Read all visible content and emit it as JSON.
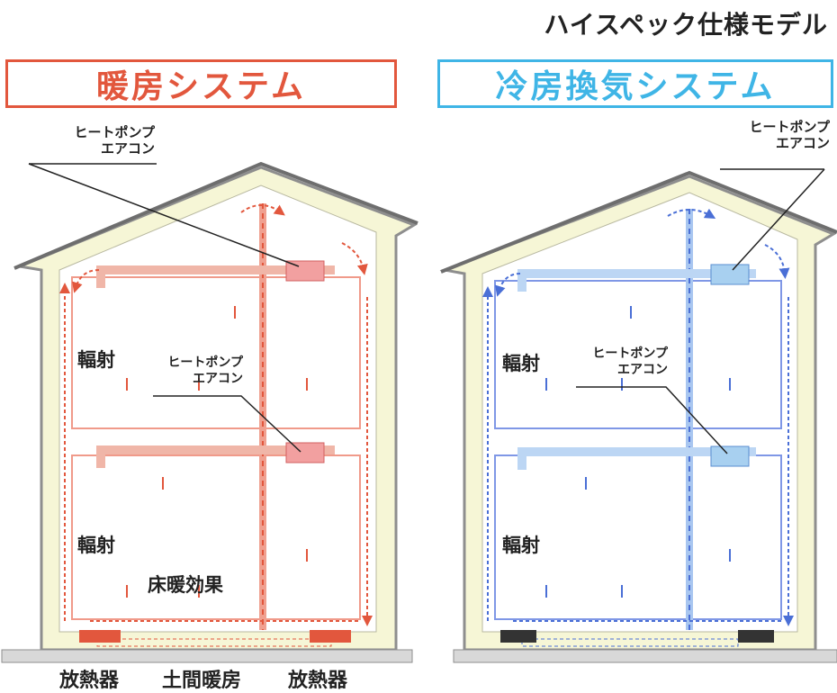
{
  "model_title": "ハイスペック仕様モデル",
  "heating": {
    "title": "暖房システム",
    "color": "#e2573d",
    "unit_label_top": [
      "ヒートポンプ",
      "エアコン"
    ],
    "unit_label_mid": [
      "ヒートポンプ",
      "エアコン"
    ],
    "radiation_upper": "輻射",
    "radiation_lower": "輻射",
    "floor_effect": "床暖効果",
    "bottom_labels": [
      "放熱器",
      "土間暖房",
      "放熱器"
    ]
  },
  "cooling": {
    "title": "冷房換気システム",
    "color": "#3fb5e6",
    "line_color": "#4a6fd6",
    "unit_label_top": [
      "ヒートポンプ",
      "エアコン"
    ],
    "unit_label_mid": [
      "ヒートポンプ",
      "エアコン"
    ],
    "radiation_upper": "輻射",
    "radiation_lower": "輻射"
  },
  "house_fill": "#f6f6d6",
  "house_border": "#8e8e8e"
}
